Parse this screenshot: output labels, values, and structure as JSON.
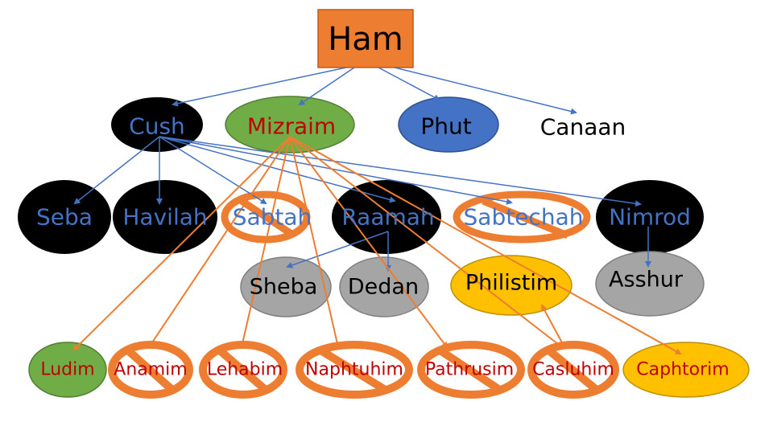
{
  "colors": {
    "ham_box": "#ED7D31",
    "cush_line": "#4472C4",
    "mizraim_line": "#ED7D31",
    "black_node": "#000000",
    "green_node": "#70AD47",
    "blue_node": "#4472C4",
    "gray_node": "#A5A5A5",
    "yellow_node": "#FFC000",
    "prohibited": "#ED7D31",
    "blue_text": "#4472C4",
    "red_text": "#C00000"
  },
  "root": {
    "label": "Ham"
  },
  "sons": [
    {
      "label": "Cush",
      "style": "black"
    },
    {
      "label": "Mizraim",
      "style": "green"
    },
    {
      "label": "Phut",
      "style": "blue"
    },
    {
      "label": "Canaan",
      "style": "none"
    }
  ],
  "cush_children": [
    {
      "label": "Seba",
      "style": "black"
    },
    {
      "label": "Havilah",
      "style": "black"
    },
    {
      "label": "Sabtah",
      "style": "prohibited"
    },
    {
      "label": "Raamah",
      "style": "black"
    },
    {
      "label": "Sabtechah",
      "style": "prohibited"
    },
    {
      "label": "Nimrod",
      "style": "black"
    }
  ],
  "grandchildren": [
    {
      "label": "Sheba",
      "style": "gray",
      "parent": "Raamah"
    },
    {
      "label": "Dedan",
      "style": "gray",
      "parent": "Raamah"
    },
    {
      "label": "Philistim",
      "style": "yellow",
      "parent": "Casluhim"
    },
    {
      "label": "Asshur",
      "style": "gray",
      "parent": "Nimrod"
    }
  ],
  "mizraim_children": [
    {
      "label": "Ludim",
      "style": "green"
    },
    {
      "label": "Anamim",
      "style": "prohibited"
    },
    {
      "label": "Lehabim",
      "style": "prohibited"
    },
    {
      "label": "Naphtuhim",
      "style": "prohibited"
    },
    {
      "label": "Pathrusim",
      "style": "prohibited"
    },
    {
      "label": "Casluhim",
      "style": "prohibited"
    },
    {
      "label": "Caphtorim",
      "style": "yellow"
    }
  ]
}
